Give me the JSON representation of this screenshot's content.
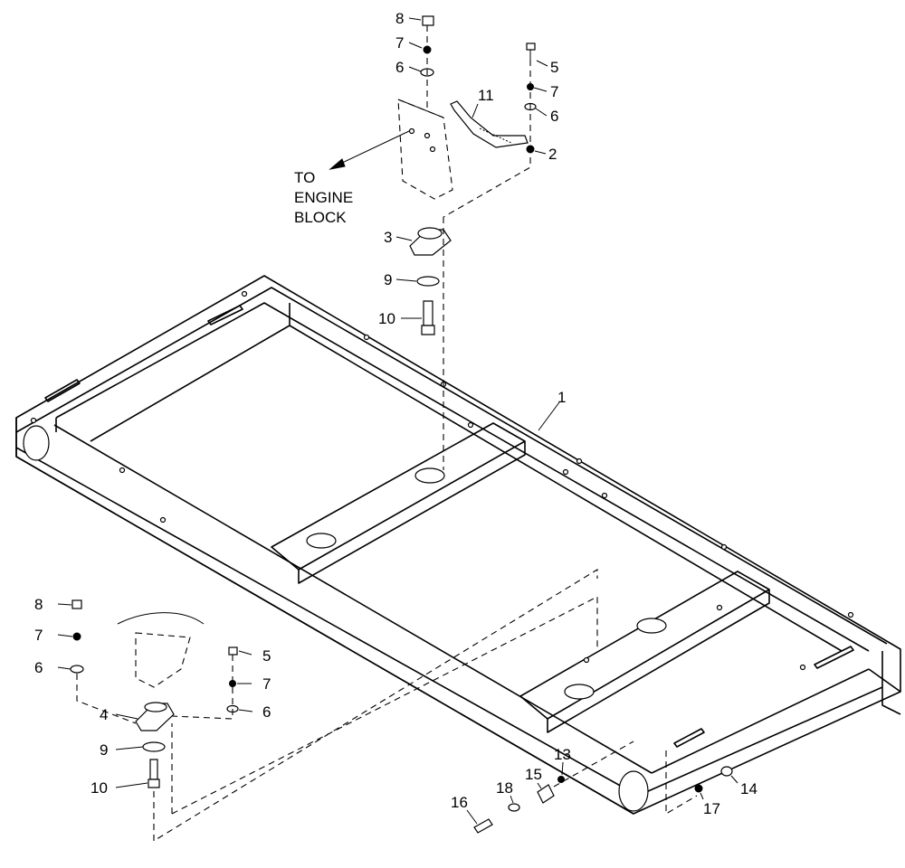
{
  "diagram": {
    "note_lines": [
      "TO",
      "ENGINE",
      "BLOCK"
    ],
    "callouts": {
      "upper_8": "8",
      "upper_7a": "7",
      "upper_6a": "6",
      "upper_5": "5",
      "upper_7b": "7",
      "upper_6b": "6",
      "upper_2": "2",
      "upper_11": "11",
      "upper_3": "3",
      "upper_9": "9",
      "upper_10": "10",
      "frame_1": "1",
      "lower_8": "8",
      "lower_7a": "7",
      "lower_6a": "6",
      "lower_5": "5",
      "lower_7b": "7",
      "lower_6b": "6",
      "lower_4": "4",
      "lower_9": "9",
      "lower_10": "10",
      "p13": "13",
      "p15": "15",
      "p18": "18",
      "p16": "16",
      "p14": "14",
      "p17": "17"
    }
  }
}
